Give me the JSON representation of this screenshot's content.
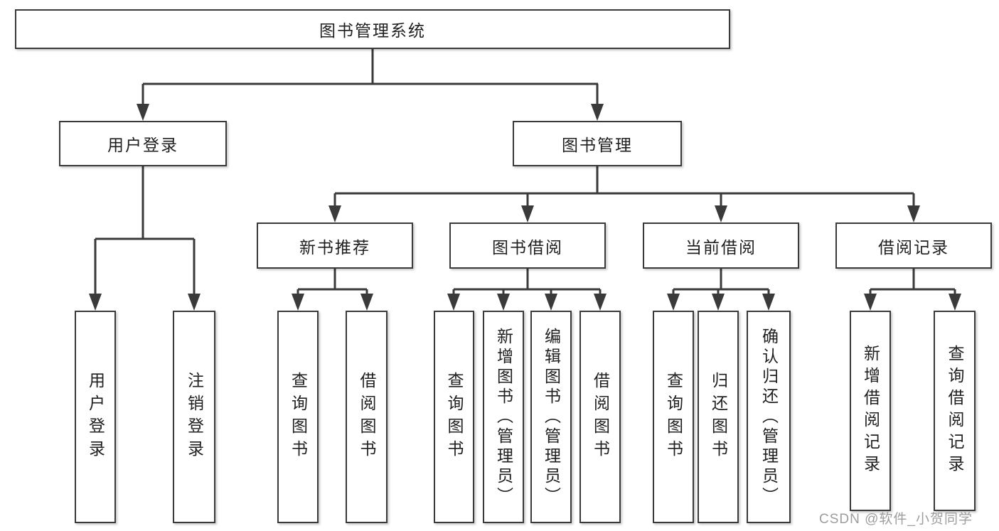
{
  "diagram_title": "图书管理系统",
  "tree": {
    "label": "图书管理系统",
    "children": [
      {
        "label": "用户登录",
        "children": [
          {
            "label": "用户登录"
          },
          {
            "label": "注销登录"
          }
        ]
      },
      {
        "label": "图书管理",
        "children": [
          {
            "label": "新书推荐",
            "children": [
              {
                "label": "查询图书"
              },
              {
                "label": "借阅图书"
              }
            ]
          },
          {
            "label": "图书借阅",
            "children": [
              {
                "label": "查询图书"
              },
              {
                "label": "新增图书（管理员）"
              },
              {
                "label": "编辑图书（管理员）"
              },
              {
                "label": "借阅图书"
              }
            ]
          },
          {
            "label": "当前借阅",
            "children": [
              {
                "label": "查询图书"
              },
              {
                "label": "归还图书"
              },
              {
                "label": "确认归还（管理员）"
              }
            ]
          },
          {
            "label": "借阅记录",
            "children": [
              {
                "label": "新增借阅记录"
              },
              {
                "label": "查询借阅记录"
              }
            ]
          }
        ]
      }
    ]
  },
  "watermark": {
    "text": "CSDN @软件_小贺同学"
  },
  "colors": {
    "line": "#3a3a3a",
    "box_border": "#3a3a3a",
    "box_fill": "#ffffff",
    "text": "#1f1f1f",
    "watermark": "#9d9d9d",
    "background": "#ffffff"
  }
}
